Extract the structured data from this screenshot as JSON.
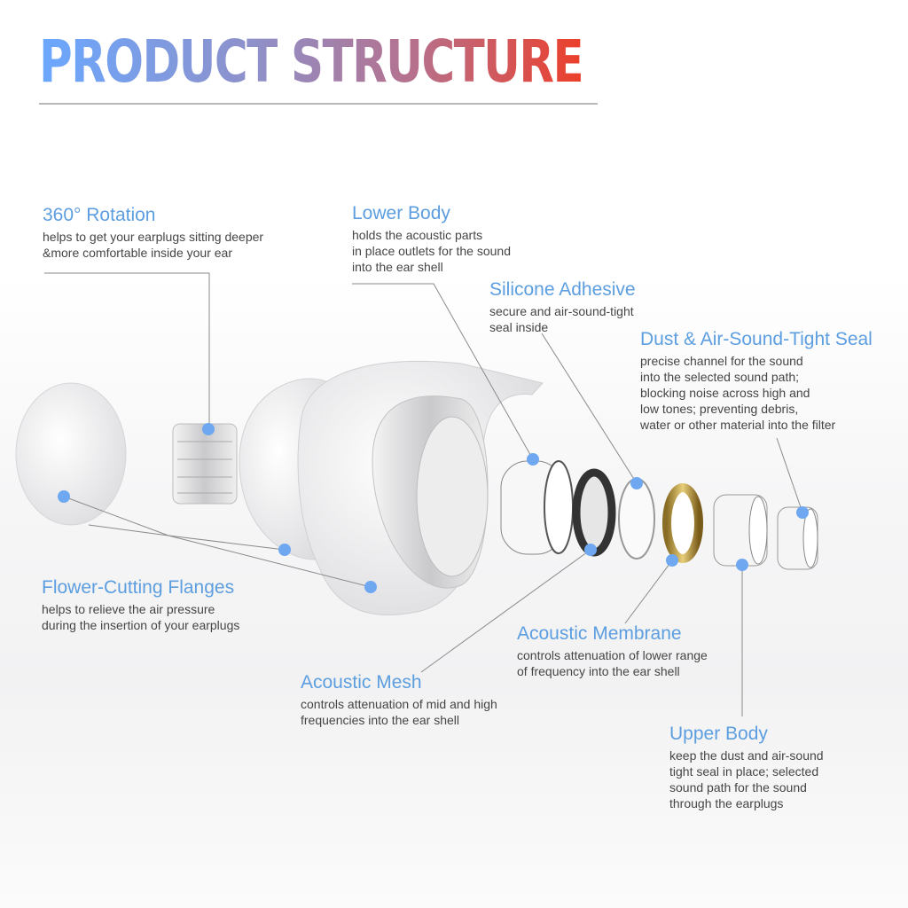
{
  "title": "PRODUCT STRUCTURE",
  "accent_color": "#5c9ee0",
  "labels": [
    {
      "id": "rotation",
      "title": "360° Rotation",
      "desc": "helps to get your earplugs sitting deeper\n&more comfortable inside your ear"
    },
    {
      "id": "lower-body",
      "title": "Lower Body",
      "desc": "holds the acoustic parts\nin place outlets for the sound\ninto the ear shell"
    },
    {
      "id": "silicone-adhesive",
      "title": "Silicone Adhesive",
      "desc": "secure and air-sound-tight\nseal inside"
    },
    {
      "id": "dust-seal",
      "title": "Dust & Air-Sound-Tight Seal",
      "desc": "precise channel for the sound\ninto the selected sound path;\nblocking noise across high and\nlow tones; preventing debris,\nwater or other material into the filter"
    },
    {
      "id": "flanges",
      "title": "Flower-Cutting Flanges",
      "desc": "helps to relieve the air pressure\nduring the insertion of your earplugs"
    },
    {
      "id": "acoustic-membrane",
      "title": "Acoustic Membrane",
      "desc": "controls attenuation of lower range\nof frequency into the ear shell"
    },
    {
      "id": "acoustic-mesh",
      "title": "Acoustic Mesh",
      "desc": "controls attenuation of mid and high\nfrequencies into the ear shell"
    },
    {
      "id": "upper-body",
      "title": "Upper Body",
      "desc": "keep the dust and air-sound\ntight seal in place; selected\nsound path for the sound\nthrough the earplugs"
    }
  ]
}
